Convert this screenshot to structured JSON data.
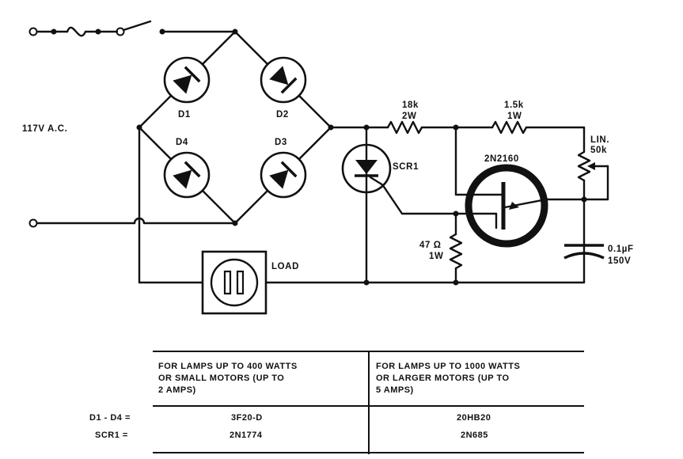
{
  "circuit": {
    "source_label": "117V A.C.",
    "diodes": [
      "D1",
      "D2",
      "D4",
      "D3"
    ],
    "scr_label": "SCR1",
    "r1": {
      "value": "18k",
      "power": "2W"
    },
    "r2": {
      "value": "1.5k",
      "power": "1W"
    },
    "pot": {
      "type": "LIN.",
      "value": "50k"
    },
    "transistor": "2N2160",
    "r3": {
      "value": "47 Ω",
      "power": "1W"
    },
    "capacitor": {
      "value": "0.1µF",
      "voltage": "150V"
    },
    "load_label": "LOAD"
  },
  "table": {
    "col1_header": [
      "FOR LAMPS UP TO 400 WATTS",
      "OR SMALL MOTORS (UP TO",
      "2 AMPS)"
    ],
    "col2_header": [
      "FOR LAMPS UP TO 1000 WATTS",
      "OR LARGER MOTORS (UP TO",
      "5 AMPS)"
    ],
    "rows": [
      {
        "label": "D1 - D4 =",
        "col1": "3F20-D",
        "col2": "20HB20"
      },
      {
        "label": "SCR1 =",
        "col1": "2N1774",
        "col2": "2N685"
      }
    ]
  }
}
